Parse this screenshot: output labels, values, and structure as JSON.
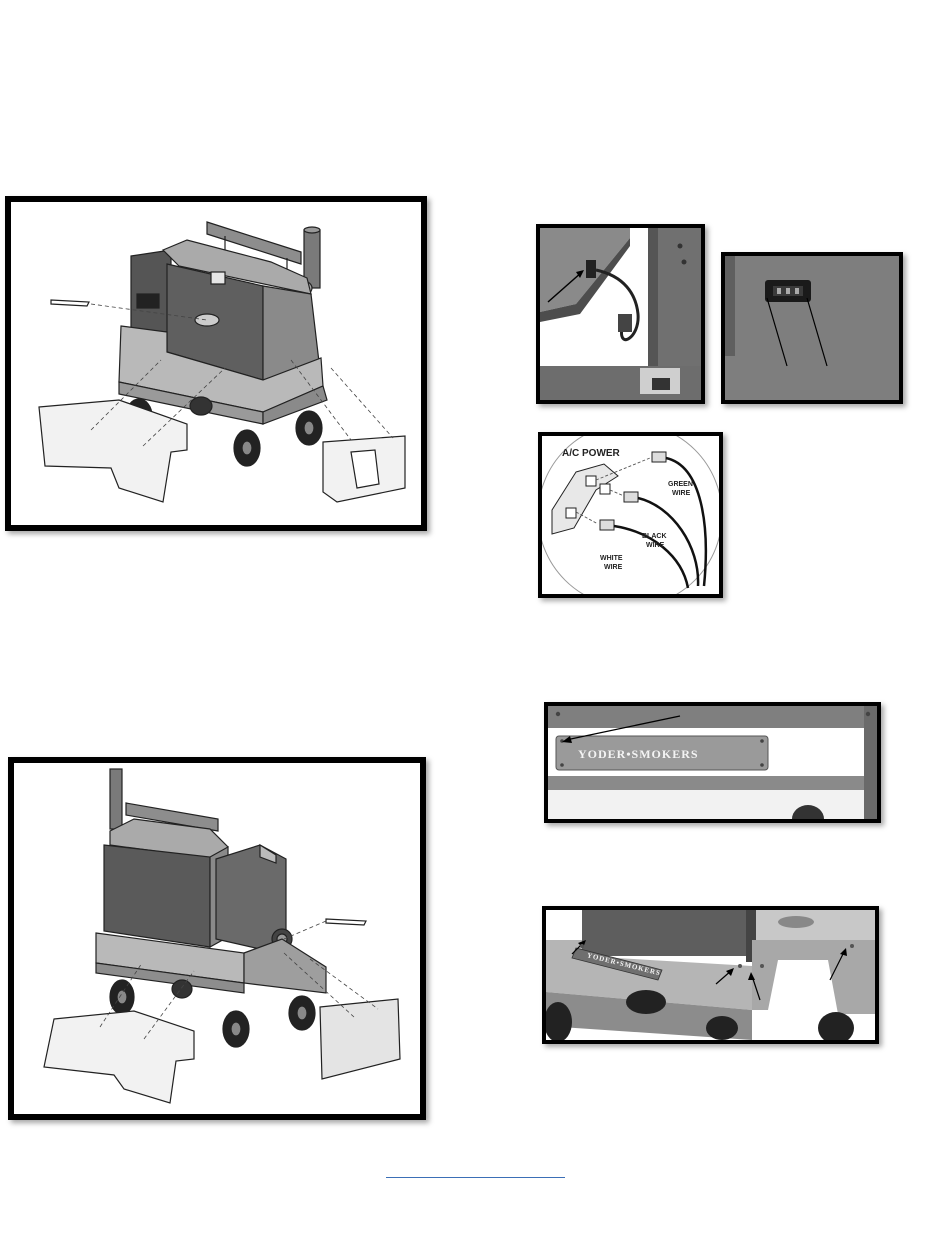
{
  "figures": {
    "wiring_diagram": {
      "title": "A/C POWER",
      "labels": {
        "green": [
          "GREEN",
          "WIRE"
        ],
        "black": [
          "BLACK",
          "WIRE"
        ],
        "white": [
          "WHITE",
          "WIRE"
        ]
      }
    },
    "nameplate": {
      "text": "YODER•SMOKERS"
    }
  },
  "colors": {
    "frame": "#000000",
    "footer_rule": "#3b6fb6"
  }
}
